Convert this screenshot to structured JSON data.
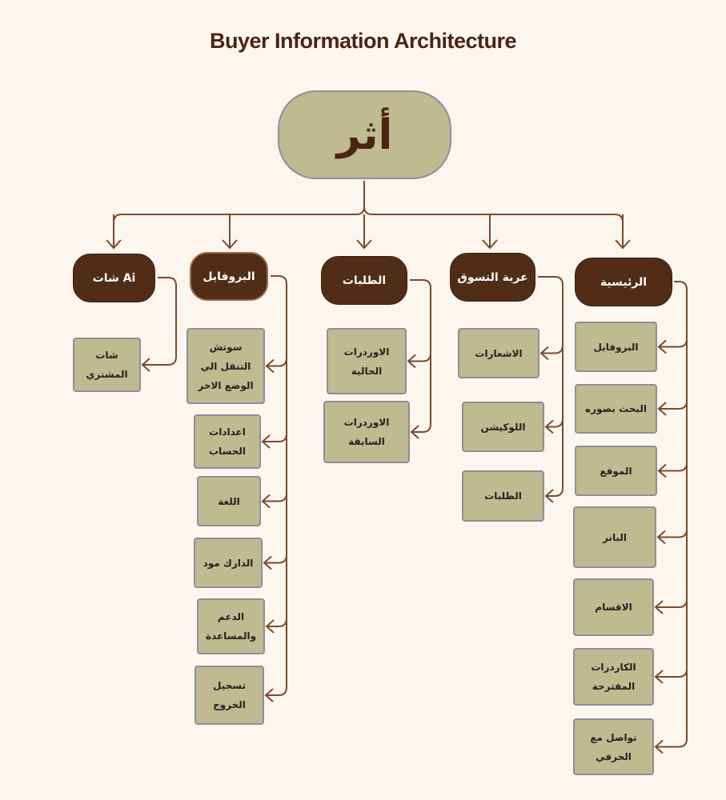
{
  "title": "Buyer Information Architecture",
  "root": "أثر",
  "colors": {
    "background": "#fdf6ef",
    "category": "#512d17",
    "leaf": "#bfba90",
    "connector": "#7a4a30"
  },
  "categories": [
    {
      "label": "شات Ai",
      "children": [
        "شات\nالمشتري"
      ]
    },
    {
      "label": "البروفايل",
      "children": [
        "سوتش\nالتنقل الي\nالوضع الاخر",
        "اعدادات\nالحساب",
        "اللغة",
        "الدارك مود",
        "الدعم\nوالمساعدة",
        "تسجيل\nالخروج"
      ]
    },
    {
      "label": "الطلبات",
      "children": [
        "الاوردرات\nالحالية",
        "الاوردرات\nالسابقة"
      ]
    },
    {
      "label": "عربة التسوق",
      "children": [
        "الاشعارات",
        "اللوكيشن",
        "الطلبات"
      ]
    },
    {
      "label": "الرئيسية",
      "children": [
        "البروفايل",
        "البحث بصوره",
        "الموقع",
        "البانر",
        "الاقسام",
        "الكاردرات\nالمقترحة",
        "تواصل مع\nالحرفي"
      ]
    }
  ]
}
